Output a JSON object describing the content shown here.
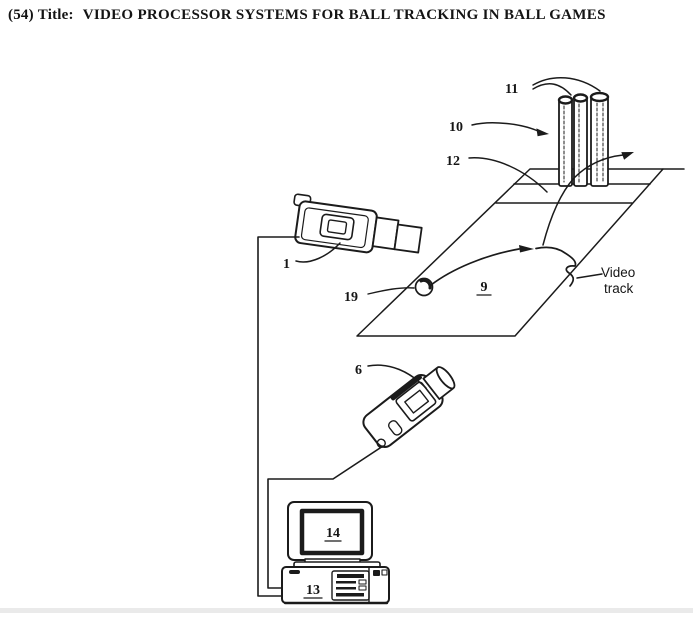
{
  "document": {
    "kind": "patent-figure-scan",
    "background_color": "#ffffff",
    "ink_color": "#1b1b1b",
    "scan_band_color": "#d9d9d9"
  },
  "header": {
    "field_code": "(54)",
    "field_label": "Title:",
    "title": "VIDEO PROCESSOR SYSTEMS FOR BALL TRACKING IN BALL GAMES"
  },
  "figure": {
    "labels": {
      "first_camera": "1",
      "second_camera": "6",
      "pitch": "9",
      "stumps": "10",
      "bails": "11",
      "crease": "12",
      "computer": "13",
      "monitor": "14",
      "ball": "19"
    },
    "annotations": {
      "video_track_line1": "Video",
      "video_track_line2": "track"
    }
  }
}
